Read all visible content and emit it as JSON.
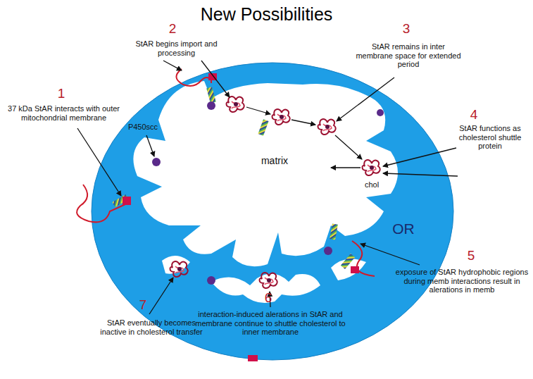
{
  "diagram": {
    "title": "New Possibilities",
    "nodes": [
      {
        "text": [
          "matrix"
        ]
      }
    ],
    "labels": [
      "2",
      "StAR begins import and processing",
      "3",
      "StAR remains in inter membrane space for extended period",
      "1",
      "37 kDa StAR interacts with outer mitochondrial membrane",
      "P450scc",
      "4",
      "StAR functions as cholesterol shuttle protein",
      "chol",
      "OR",
      "5",
      "exposure of StAR hydrophobic regions during memb interactions result in alerations in memb",
      "7",
      "StAR eventually becomes inactive in cholesterol transfer",
      "6",
      "interaction-induced alerations in StAR and membrane continue to shuttle cholesterol to inner membrane"
    ]
  }
}
